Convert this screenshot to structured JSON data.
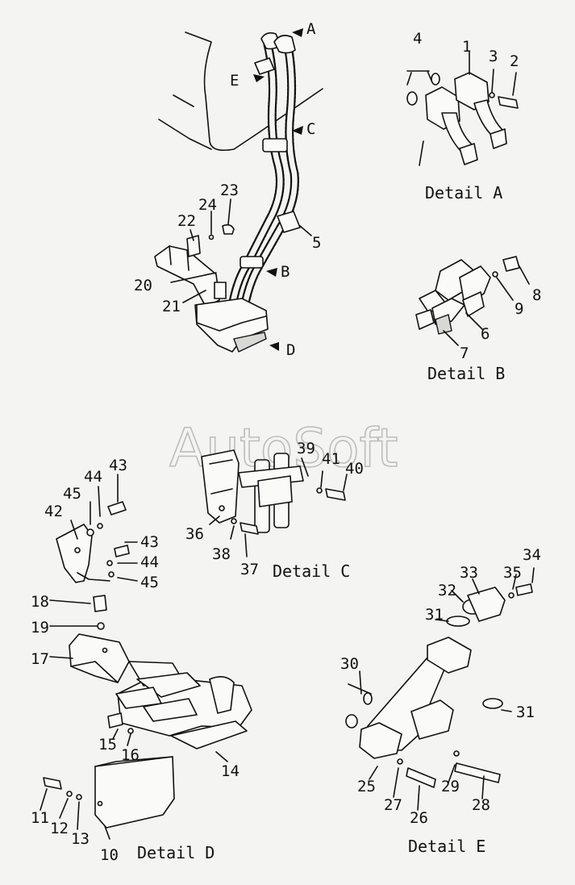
{
  "watermark": "AutoSoft",
  "captions": {
    "detail_a": "Detail A",
    "detail_b": "Detail B",
    "detail_c": "Detail C",
    "detail_d": "Detail D",
    "detail_e": "Detail E"
  },
  "view_markers": {
    "a": "A",
    "b": "B",
    "c": "C",
    "d": "D",
    "e": "E"
  },
  "part_numbers": {
    "main": [
      "5",
      "20",
      "21",
      "22",
      "23",
      "24"
    ],
    "detail_a": [
      "1",
      "2",
      "3",
      "4"
    ],
    "detail_b": [
      "6",
      "7",
      "8",
      "9"
    ],
    "detail_c": [
      "36",
      "37",
      "38",
      "39",
      "40",
      "41"
    ],
    "detail_d_upper": [
      "42",
      "43",
      "44",
      "45",
      "43",
      "44",
      "45"
    ],
    "detail_d": [
      "10",
      "11",
      "12",
      "13",
      "14",
      "15",
      "16",
      "17",
      "18",
      "19"
    ],
    "detail_e": [
      "25",
      "26",
      "27",
      "28",
      "29",
      "30",
      "31",
      "31",
      "32",
      "33",
      "34",
      "35"
    ]
  }
}
